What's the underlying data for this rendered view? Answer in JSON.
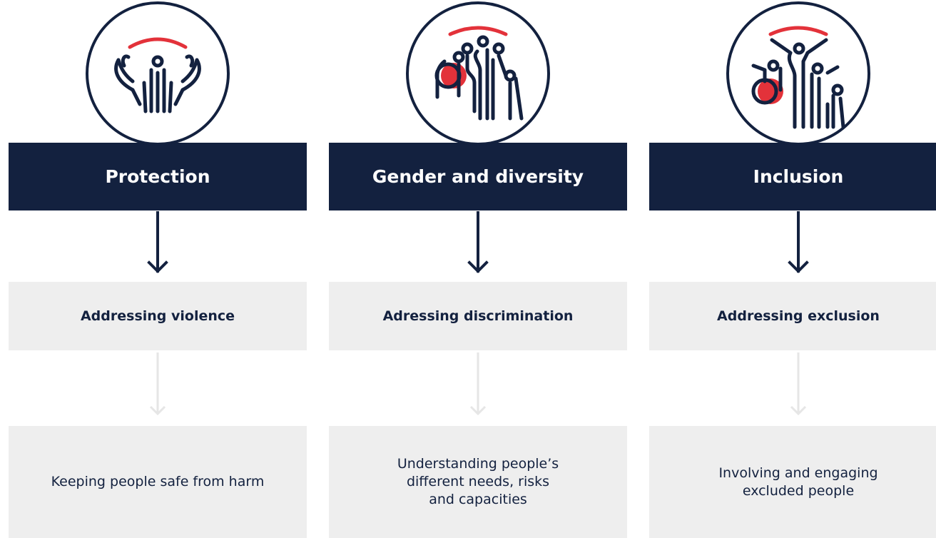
{
  "colors": {
    "navy": "#13213f",
    "red": "#e3323a",
    "light_gray": "#eeeeee",
    "faded_arrow": "#e6e6e6"
  },
  "columns": [
    {
      "icon": "protection-hands-icon",
      "title": "Protection",
      "focus": "Addressing violence",
      "description": "Keeping people safe from harm"
    },
    {
      "icon": "gender-diversity-people-icon",
      "title": "Gender and diversity",
      "focus": "Adressing discrimination",
      "description": "Understanding people’s\ndifferent needs, risks\nand capacities"
    },
    {
      "icon": "inclusion-people-icon",
      "title": "Inclusion",
      "focus": "Addressing exclusion",
      "description": "Involving and engaging\nexcluded people"
    }
  ]
}
